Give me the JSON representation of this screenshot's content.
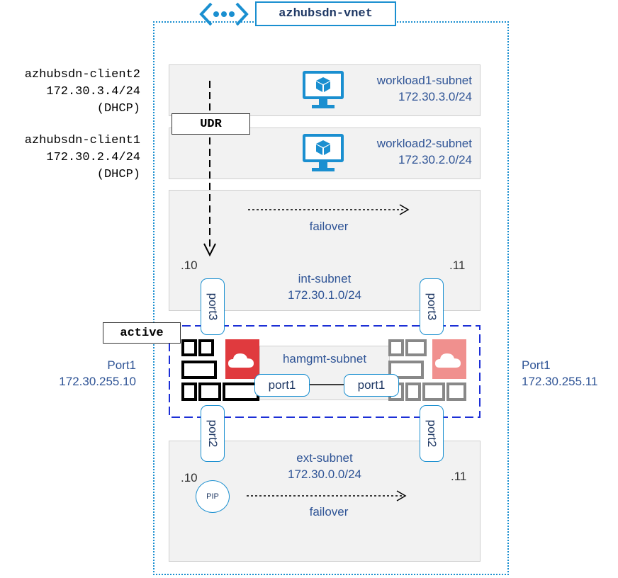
{
  "vnet": {
    "name": "azhubsdn-vnet",
    "icon": "vnet-icon"
  },
  "clients": [
    {
      "name": "azhubsdn-client2",
      "ip": "172.30.3.4/24",
      "mode": "(DHCP)"
    },
    {
      "name": "azhubsdn-client1",
      "ip": "172.30.2.4/24",
      "mode": "(DHCP)"
    }
  ],
  "subnets": {
    "workload1": {
      "name": "workload1-subnet",
      "cidr": "172.30.3.0/24",
      "icon": "vm-monitor-icon"
    },
    "workload2": {
      "name": "workload2-subnet",
      "cidr": "172.30.2.0/24",
      "icon": "vm-monitor-icon"
    },
    "int": {
      "name": "int-subnet",
      "cidr": "172.30.1.0/24",
      "failover": "failover",
      "left_host": ".10",
      "right_host": ".11"
    },
    "hamgmt": {
      "name": "hamgmt-subnet"
    },
    "ext": {
      "name": "ext-subnet",
      "cidr": "172.30.0.0/24",
      "failover": "failover",
      "left_host": ".10",
      "right_host": ".11",
      "pip": "PIP"
    }
  },
  "udr": "UDR",
  "active": "active",
  "ports": {
    "left_port3": "port3",
    "right_port3": "port3",
    "left_port1": "port1",
    "right_port1": "port1",
    "left_port2": "port2",
    "right_port2": "port2"
  },
  "mgmt_ips": {
    "left": {
      "label": "Port1",
      "ip": "172.30.255.10"
    },
    "right": {
      "label": "Port1",
      "ip": "172.30.255.11"
    }
  },
  "colors": {
    "azure_blue": "#1a8fd0",
    "active_firewall_red": "#e03a3e",
    "standby_firewall_red": "#f0908e",
    "dark_blue_text": "#2f5496",
    "subnet_fill": "#f2f2f2"
  }
}
